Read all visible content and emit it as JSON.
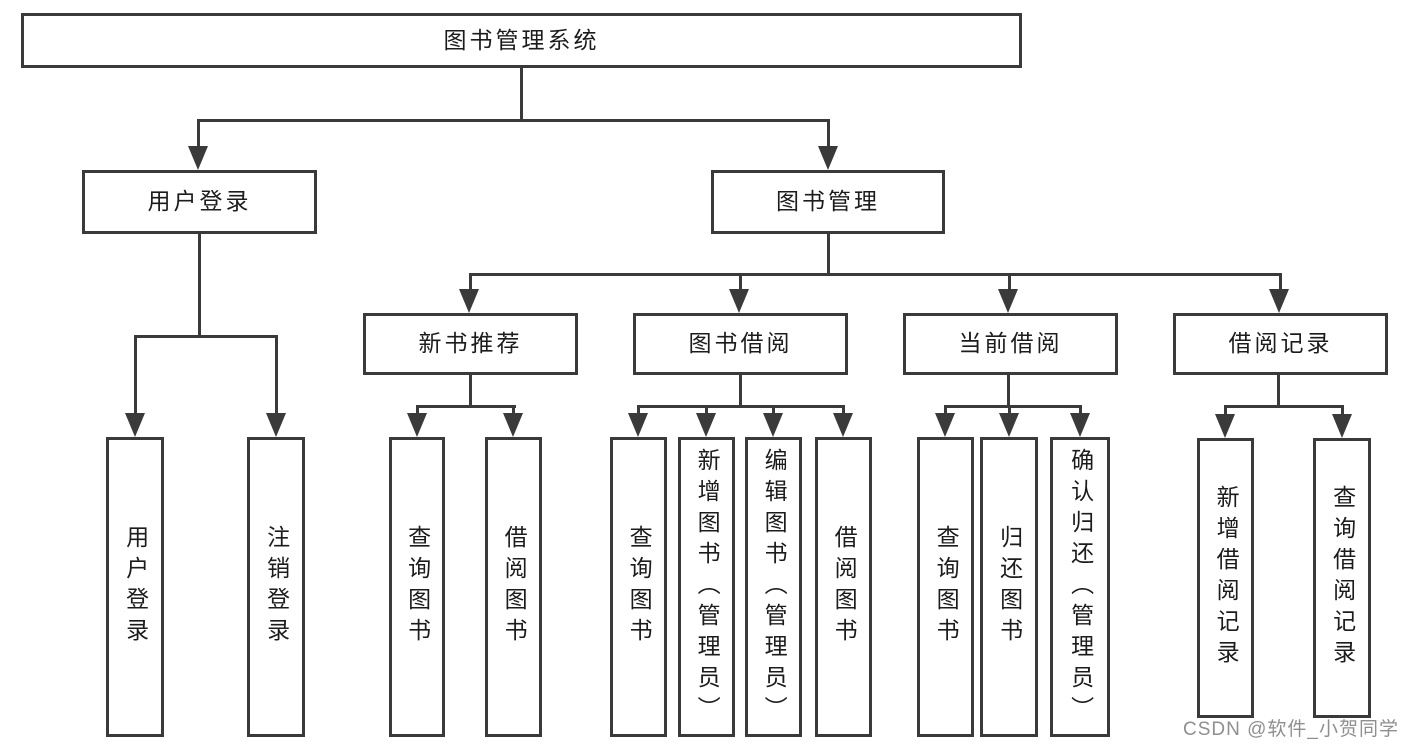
{
  "tree": {
    "root": {
      "label": "图书管理系统"
    },
    "user_login": {
      "label": "用户登录",
      "children": [
        {
          "label": "用户登录"
        },
        {
          "label": "注销登录"
        }
      ]
    },
    "book_mgmt": {
      "label": "图书管理",
      "children": [
        {
          "label": "新书推荐",
          "children": [
            {
              "label": "查询图书"
            },
            {
              "label": "借阅图书"
            }
          ]
        },
        {
          "label": "图书借阅",
          "children": [
            {
              "label": "查询图书"
            },
            {
              "label": "新增图书（管理员）"
            },
            {
              "label": "编辑图书（管理员）"
            },
            {
              "label": "借阅图书"
            }
          ]
        },
        {
          "label": "当前借阅",
          "children": [
            {
              "label": "查询图书"
            },
            {
              "label": "归还图书"
            },
            {
              "label": "确认归还（管理员）"
            }
          ]
        },
        {
          "label": "借阅记录",
          "children": [
            {
              "label": "新增借阅记录"
            },
            {
              "label": "查询借阅记录"
            }
          ]
        }
      ]
    }
  },
  "watermark": {
    "text": "CSDN @软件_小贺同学"
  },
  "colors": {
    "line": "#3a3a3a",
    "text": "#1c1c1c",
    "background": "#ffffff",
    "watermark": "#8f8f8f"
  }
}
